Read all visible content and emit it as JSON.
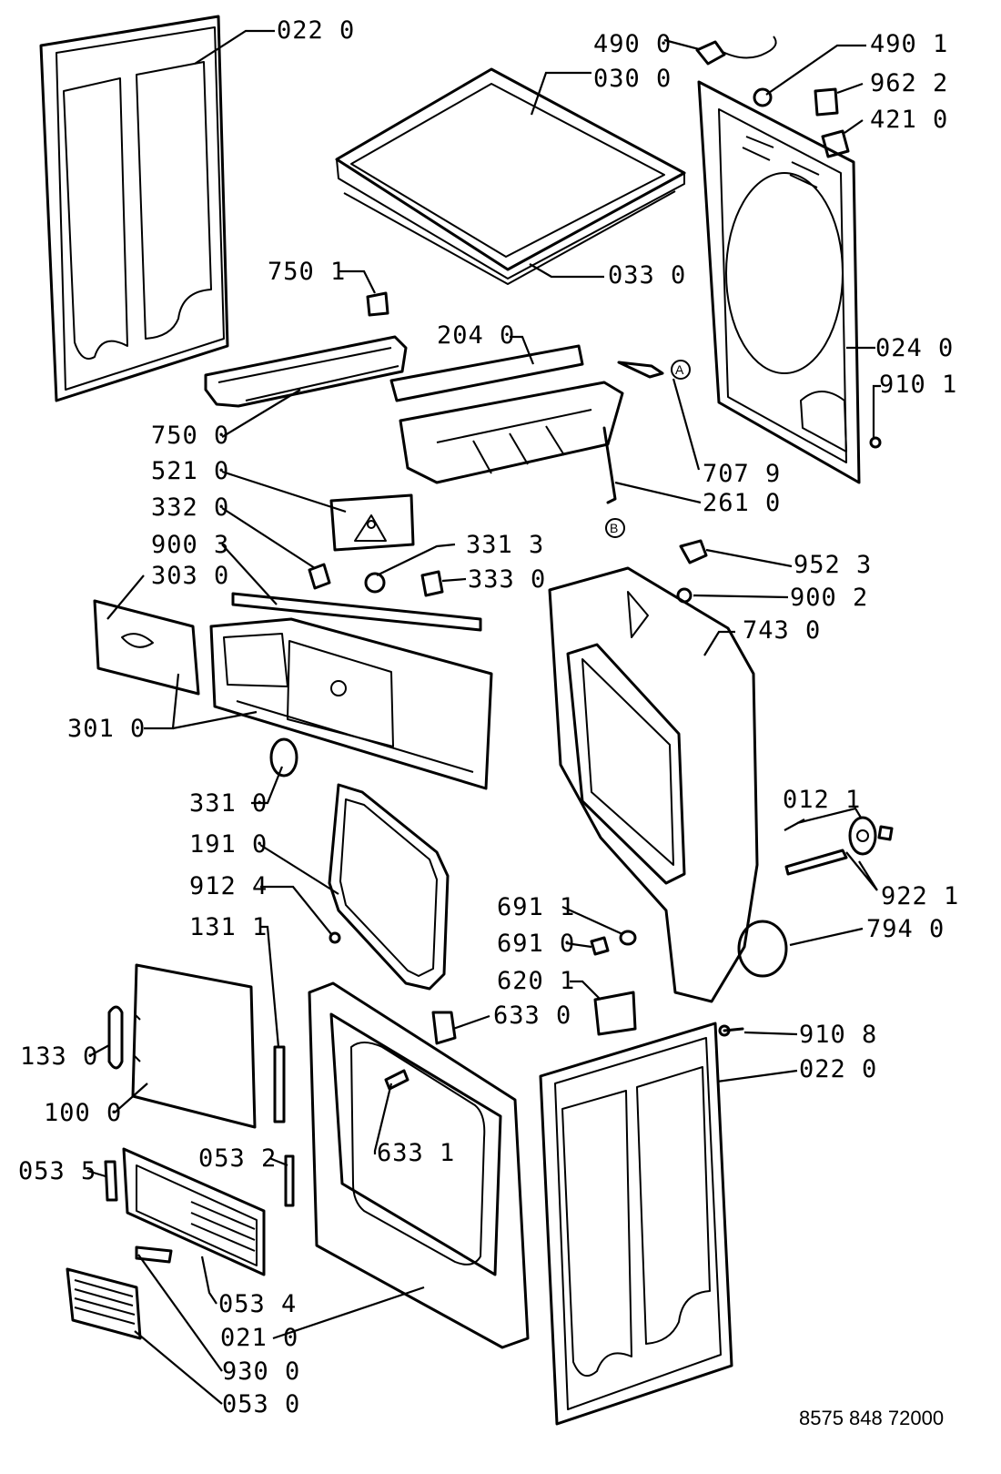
{
  "drawing_number": "8575 848 72000",
  "callouts": {
    "a": "A",
    "b": "B"
  },
  "parts": {
    "p022a": "022 0",
    "p030": "030 0",
    "p490a": "490 0",
    "p490b": "490 1",
    "p962": "962 2",
    "p421": "421 0",
    "p033": "033 0",
    "p750a": "750 1",
    "p204": "204 0",
    "p024": "024 0",
    "p910a": "910 1",
    "p750b": "750 0",
    "p707": "707 9",
    "p521": "521 0",
    "p261": "261 0",
    "p332": "332 0",
    "p331b": "331 3",
    "p900a": "900 3",
    "p333": "333 0",
    "p952": "952 3",
    "p303": "303 0",
    "p900b": "900 2",
    "p743": "743 0",
    "p301": "301 0",
    "p331a": "331 0",
    "p012": "012 1",
    "p191": "191 0",
    "p922": "922 1",
    "p912": "912 4",
    "p691a": "691 1",
    "p794": "794 0",
    "p131": "131 1",
    "p691b": "691 0",
    "p620": "620 1",
    "p633a": "633 0",
    "p910b": "910 8",
    "p133": "133 0",
    "p022b": "022 0",
    "p100": "100 0",
    "p633b": "633 1",
    "p053b": "053 2",
    "p053a": "053 5",
    "p053c": "053 4",
    "p021": "021 0",
    "p930": "930 0",
    "p053d": "053 0"
  }
}
